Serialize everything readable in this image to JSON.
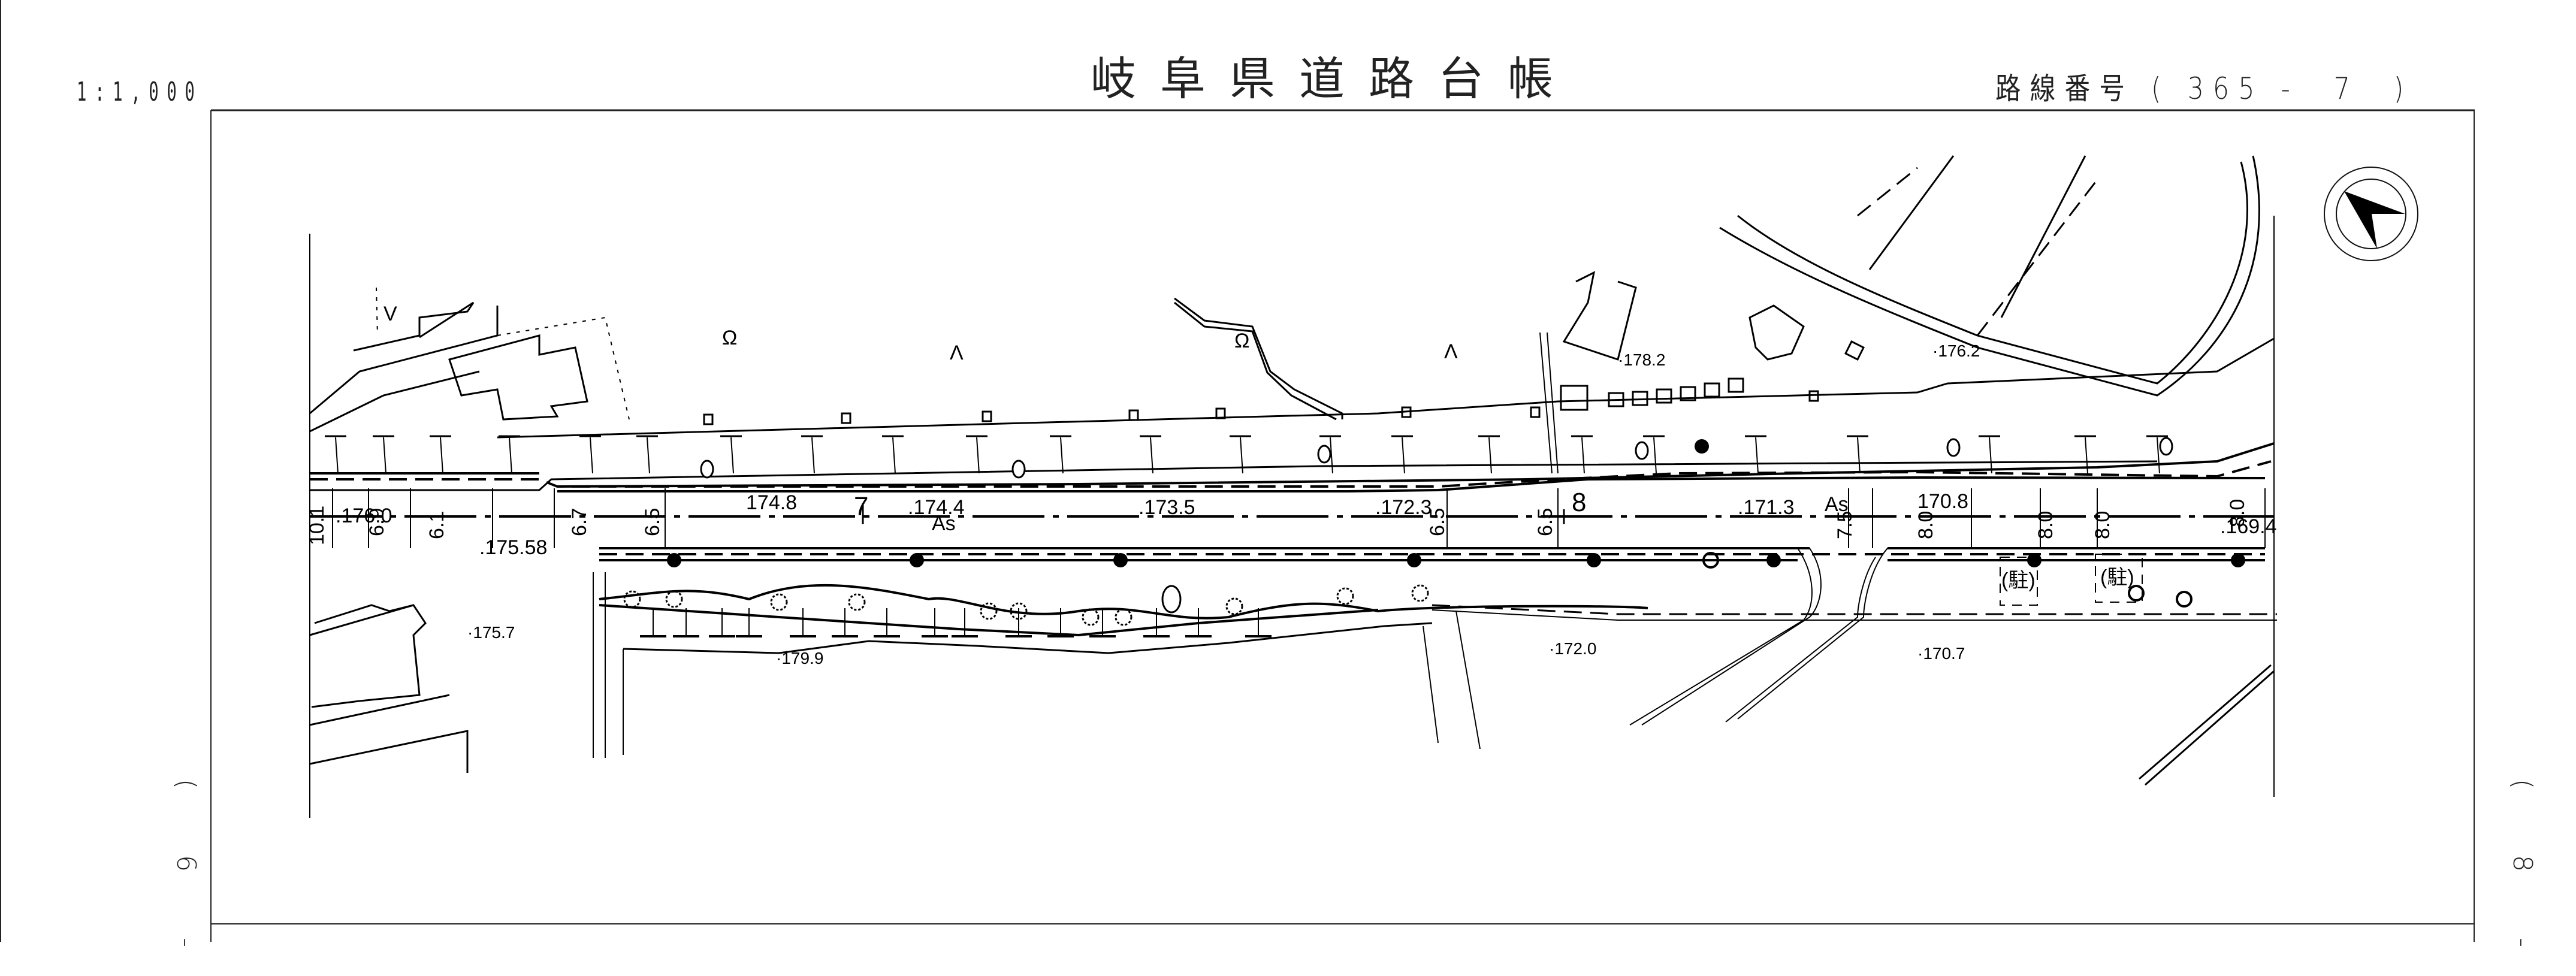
{
  "header": {
    "scale": "1:1,000",
    "title": "岐阜県道路台帳",
    "route_number_label": "路線番号",
    "route_number_value": "( 365 -  7  )"
  },
  "side_labels": {
    "left": "( 6 -",
    "right": "( 8 -"
  },
  "compass": {
    "icon": "north-arrow-icon",
    "direction": "north-west"
  },
  "map": {
    "section_markers": [
      "7",
      "8"
    ],
    "surface_labels": [
      "As",
      "As"
    ],
    "elevations": {
      "road": [
        "176.0",
        "175.58",
        "174.8",
        "174.4",
        "173.5",
        "172.3",
        "171.3",
        "170.8",
        "169.4"
      ],
      "off_road": [
        "175.7",
        "179.9",
        "172.0",
        "170.7",
        "178.2",
        "176.2"
      ]
    },
    "widths": [
      "10.1",
      "6.9",
      "6.1",
      "6.7",
      "6.5",
      "6.5",
      "6.5",
      "7.5",
      "8.0",
      "8.0",
      "8.0",
      "8.0"
    ],
    "parking_labels": [
      "(駐)",
      "(駐)"
    ]
  }
}
